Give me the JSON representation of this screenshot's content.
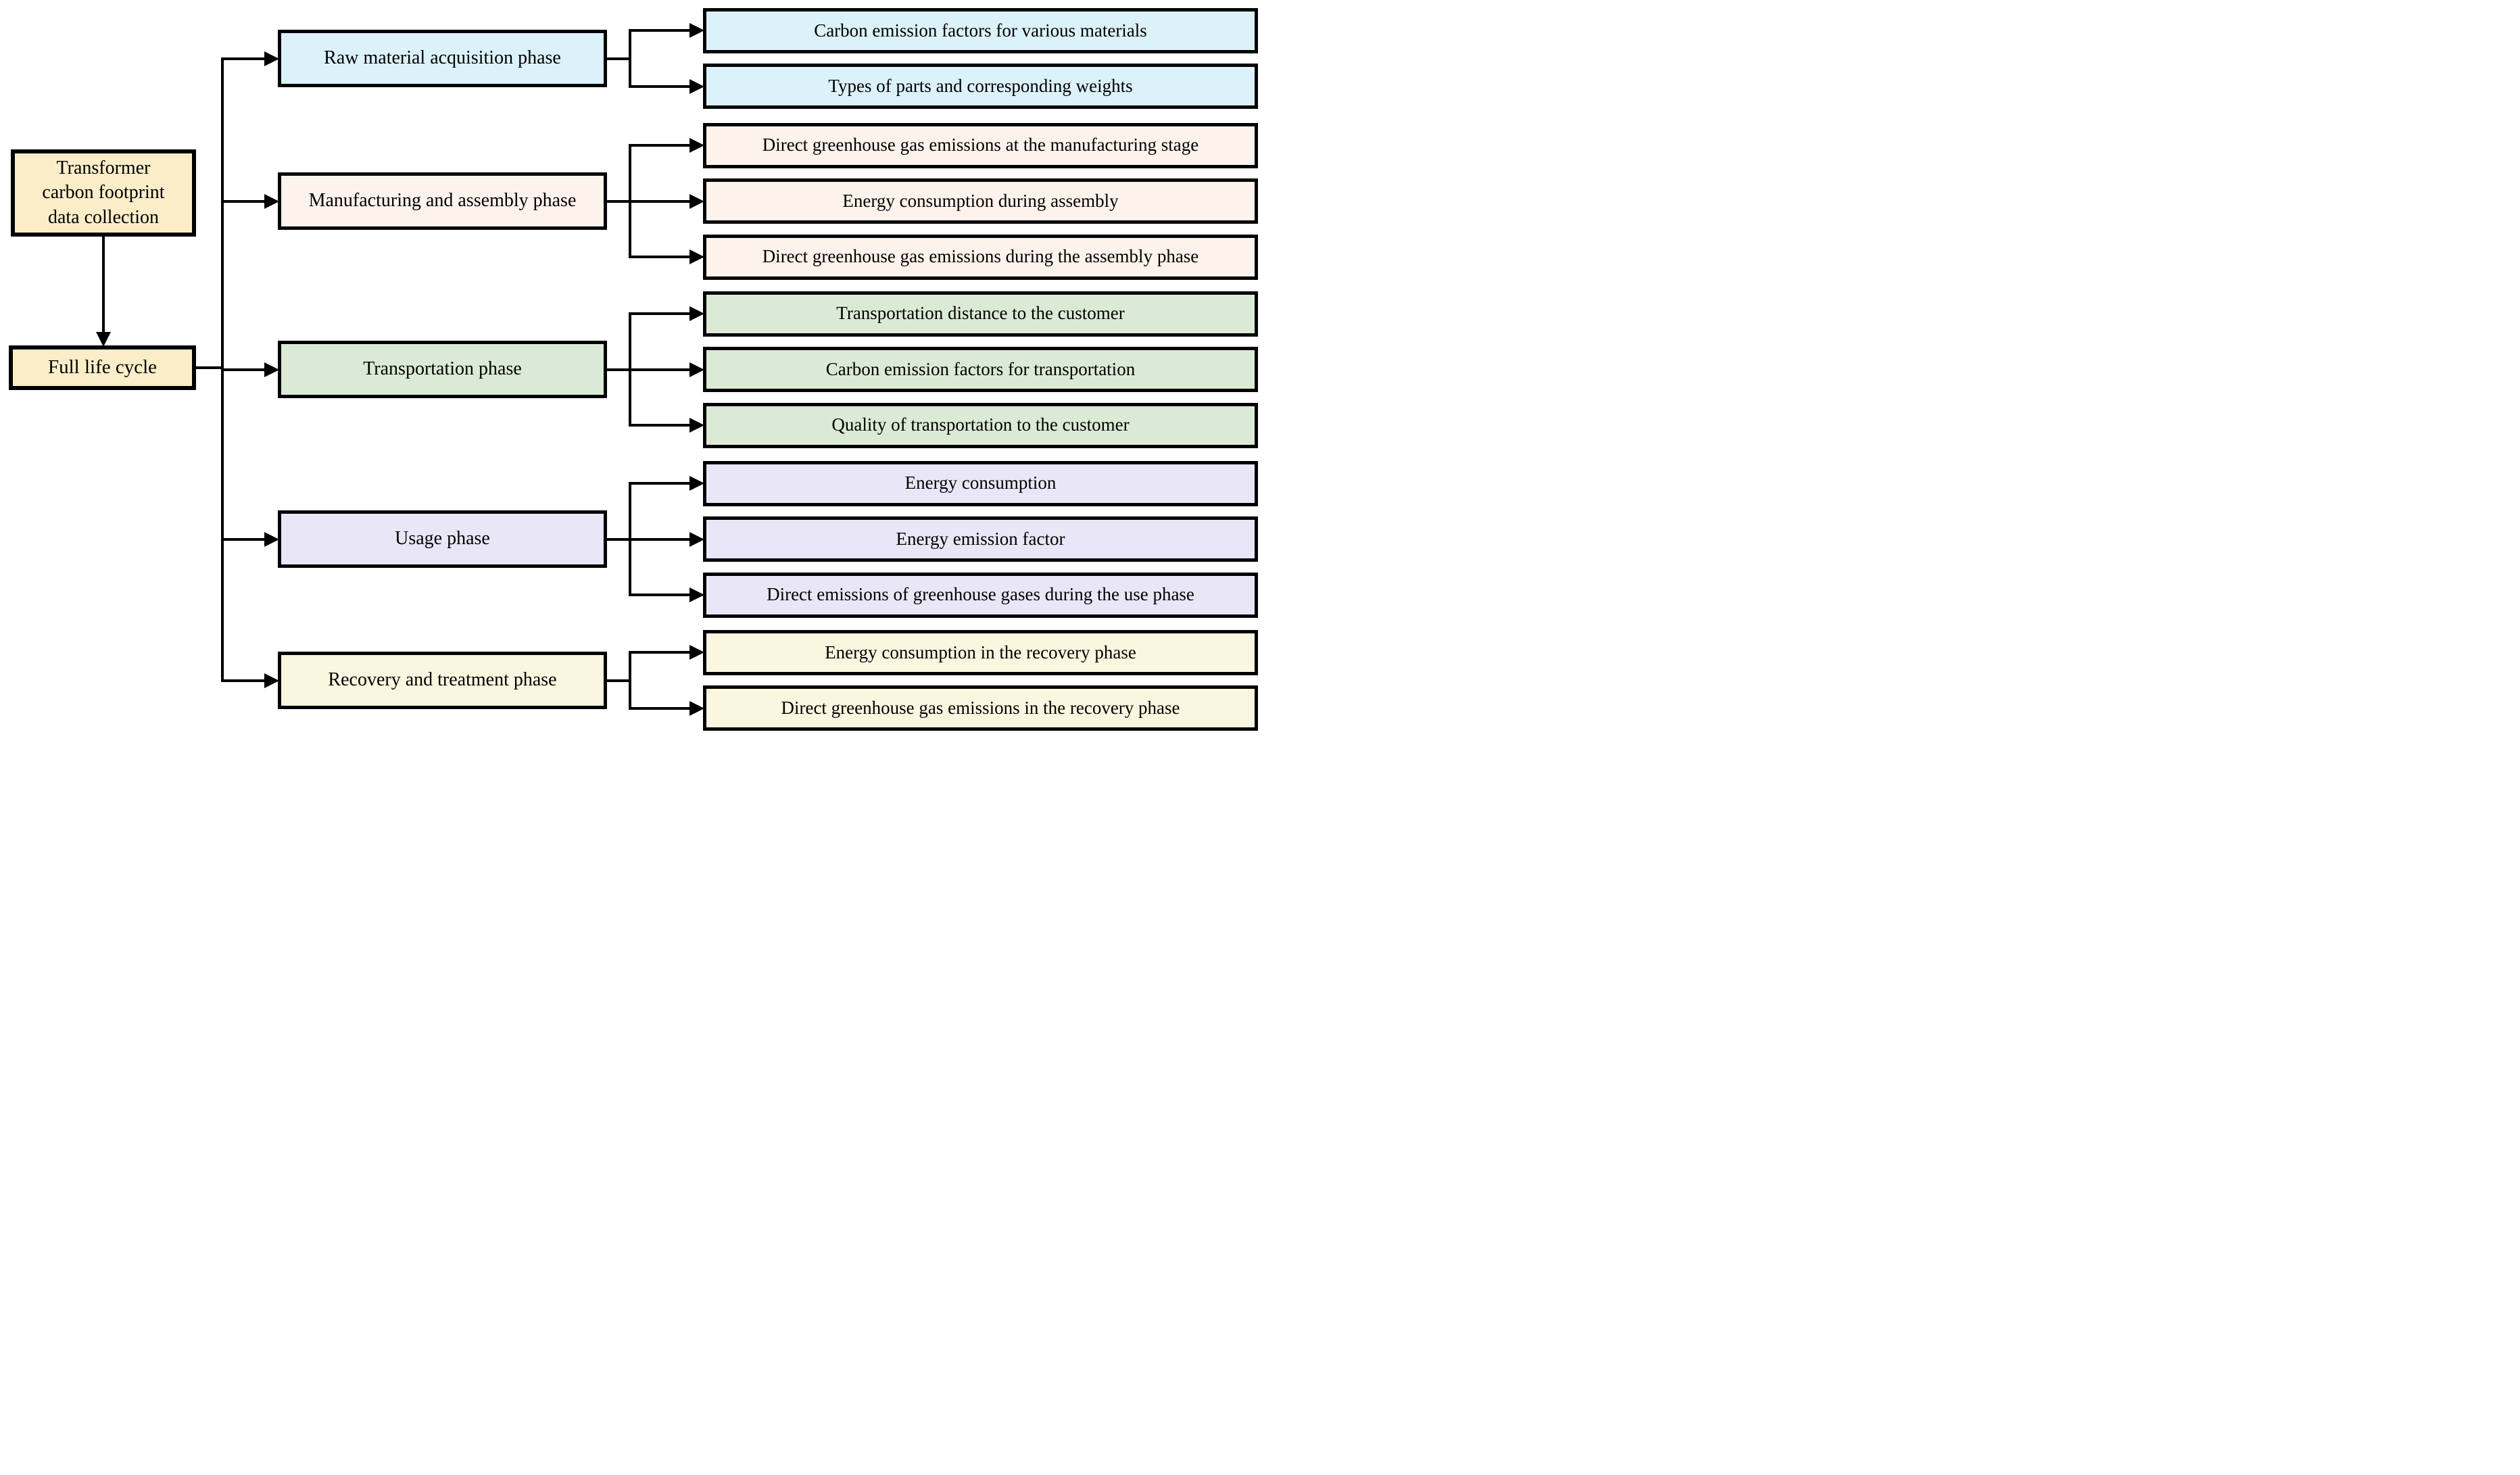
{
  "diagram": {
    "background": "#ffffff",
    "line_color": "#000000",
    "root": {
      "label": "Transformer carbon footprint data collection",
      "fill": "#FAEDC8"
    },
    "trunk": {
      "label": "Full life cycle",
      "fill": "#FAEDC8"
    },
    "phases": [
      {
        "label": "Raw material acquisition phase",
        "fill": "#DCF2FA",
        "leaves": [
          "Carbon emission factors for various materials",
          "Types of parts and corresponding weights"
        ]
      },
      {
        "label": "Manufacturing and assembly phase",
        "fill": "#FDF2EC",
        "leaves": [
          "Direct greenhouse gas emissions at the manufacturing stage",
          "Energy consumption during assembly",
          "Direct greenhouse gas emissions during the assembly phase"
        ]
      },
      {
        "label": "Transportation phase",
        "fill": "#DBEAD4",
        "leaves": [
          "Transportation distance to the customer",
          "Carbon emission factors for transportation",
          "Quality of transportation to the customer"
        ]
      },
      {
        "label": "Usage phase",
        "fill": "#E9E7F7",
        "leaves": [
          "Energy consumption",
          "Energy emission factor",
          "Direct emissions of greenhouse gases during the use phase"
        ]
      },
      {
        "label": "Recovery and treatment phase",
        "fill": "#FBF6DF",
        "leaves": [
          "Energy consumption in the recovery phase",
          "Direct greenhouse gas emissions in the recovery phase"
        ]
      }
    ]
  }
}
